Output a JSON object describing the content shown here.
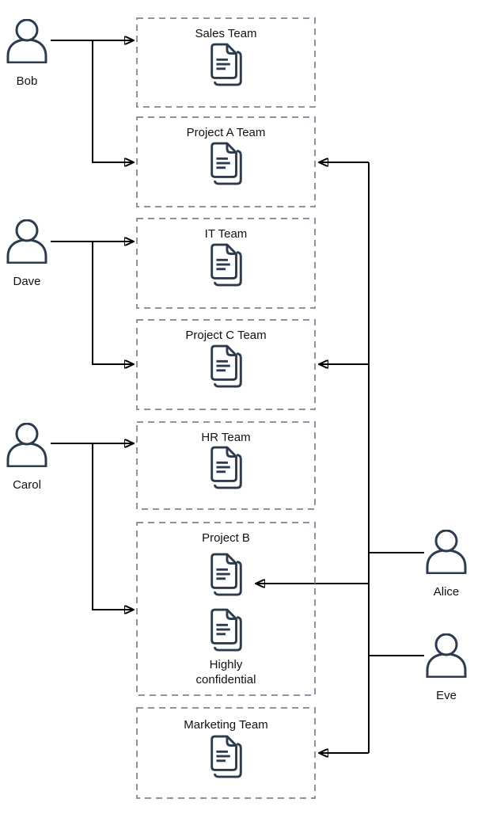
{
  "boxes": [
    {
      "id": "sales",
      "title": "Sales Team"
    },
    {
      "id": "project-a",
      "title": "Project A Team"
    },
    {
      "id": "it",
      "title": "IT Team"
    },
    {
      "id": "project-c",
      "title": "Project C Team"
    },
    {
      "id": "hr",
      "title": "HR Team"
    },
    {
      "id": "project-b",
      "title": "Project B",
      "note_line1": "Highly",
      "note_line2": "confidential"
    },
    {
      "id": "marketing",
      "title": "Marketing Team"
    }
  ],
  "people": {
    "bob": {
      "name": "Bob"
    },
    "dave": {
      "name": "Dave"
    },
    "carol": {
      "name": "Carol"
    },
    "alice": {
      "name": "Alice"
    },
    "eve": {
      "name": "Eve"
    }
  },
  "access": [
    {
      "user": "Bob",
      "targets": [
        "Sales Team",
        "Project A Team"
      ]
    },
    {
      "user": "Dave",
      "targets": [
        "IT Team",
        "Project C Team"
      ]
    },
    {
      "user": "Carol",
      "targets": [
        "HR Team",
        "Project B"
      ]
    },
    {
      "user": "Alice",
      "targets": [
        "Project A Team",
        "Project C Team",
        "Project B",
        "Marketing Team"
      ]
    },
    {
      "user": "Eve",
      "targets": [
        "Project A Team",
        "Project C Team",
        "Project B",
        "Marketing Team"
      ]
    }
  ],
  "colors": {
    "icon": "#2d3b4e",
    "box_border": "#8795a5",
    "line": "#000000",
    "text": "#111111"
  }
}
